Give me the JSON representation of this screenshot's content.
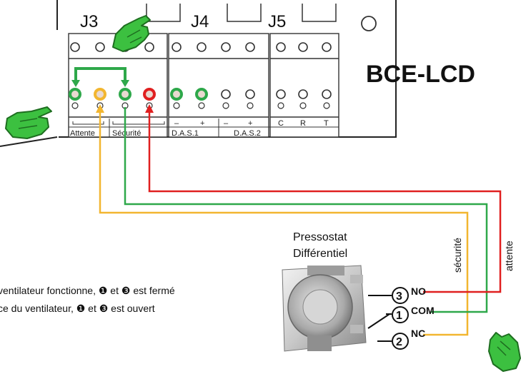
{
  "connectors": {
    "j3": "J3",
    "j4": "J4",
    "j5": "J5"
  },
  "board": {
    "title": "BCE-LCD"
  },
  "strip_labels": {
    "attente": "Attente",
    "securite": "Sécurité",
    "das1": "D.A.S.1",
    "das2": "D.A.S.2",
    "minus1": "–",
    "plus1": "+",
    "minus2": "–",
    "plus2": "+",
    "c": "C",
    "r": "R",
    "t": "T"
  },
  "device": {
    "name_line1": "Pressostat",
    "name_line2": "Différentiel"
  },
  "wire_labels": {
    "securite": "sécurité",
    "attente": "attente"
  },
  "contacts": {
    "no_num": "3",
    "no": "NO",
    "com_num": "1",
    "com": "COM",
    "nc_num": "2",
    "nc": "NC"
  },
  "notes": {
    "line1": "ventilateur fonctionne, ❶ et ❸ est fermé",
    "line2": "ce du ventilateur, ❶ et ❸ est ouvert"
  },
  "colors": {
    "green_wire": "#2ea84a",
    "yellow_wire": "#f2b630",
    "red_wire": "#e02020",
    "hand": "#3cc040",
    "outline": "#222222"
  },
  "icons": [
    "pointing-hand-icon",
    "pointing-hand-icon",
    "pointing-hand-icon"
  ]
}
